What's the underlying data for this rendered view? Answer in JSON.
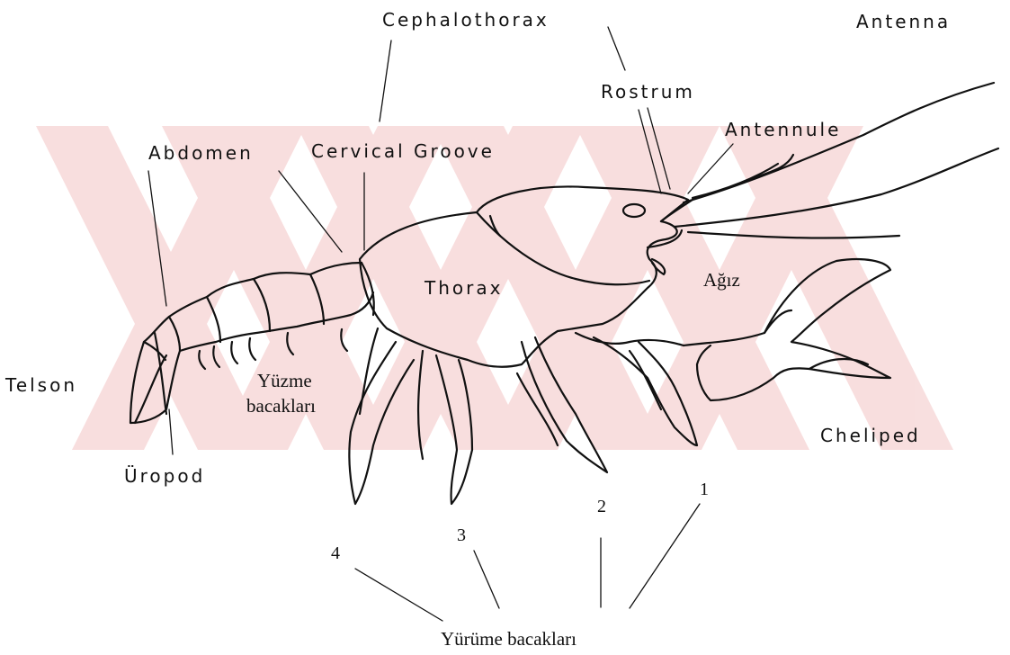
{
  "colors": {
    "background": "#ffffff",
    "ink": "#111111",
    "watermark": "#f6d6d6"
  },
  "labels": {
    "cephalothorax": "Cephalothorax",
    "antenna": "Antenna",
    "rostrum": "Rostrum",
    "antennule": "Antennule",
    "abdomen": "Abdomen",
    "cervical_groove": "Cervical Groove",
    "thorax": "Thorax",
    "mouth": "Ağız",
    "telson": "Telson",
    "swimming_legs_1": "Yüzme",
    "swimming_legs_2": "bacakları",
    "cheliped": "Cheliped",
    "uropod": "Üropod",
    "walking_legs": "Yürüme bacakları",
    "leg_numbers": [
      "1",
      "2",
      "3",
      "4"
    ]
  }
}
